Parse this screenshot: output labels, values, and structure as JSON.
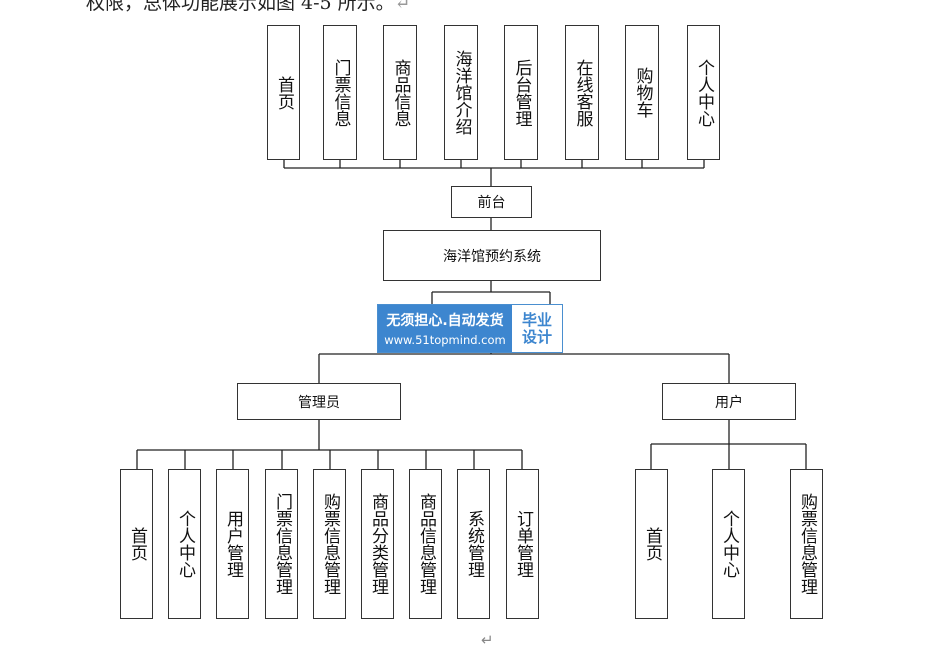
{
  "intro_text": "权限，总体功能展示如图 4-5 所示。",
  "intro_mark": "↵",
  "front_modules": [
    "首页",
    "门票信息",
    "商品信息",
    "海洋馆介绍",
    "后台管理",
    "在线客服",
    "购物车",
    "个人中心"
  ],
  "front_label": "前台",
  "system_label": "海洋馆预约系统",
  "watermark": {
    "slogan": "无须担心.自动发货",
    "url": "www.51topmind.com",
    "badge_line1": "毕业",
    "badge_line2": "设计"
  },
  "admin_label": "管理员",
  "user_label": "用户",
  "admin_modules": [
    "首页",
    "个人中心",
    "用户管理",
    "门票信息管理",
    "购票信息管理",
    "商品分类管理",
    "商品信息管理",
    "系统管理",
    "订单管理"
  ],
  "user_modules": [
    "首页",
    "个人中心",
    "购票信息管理"
  ],
  "paragraph_mark": "↵"
}
